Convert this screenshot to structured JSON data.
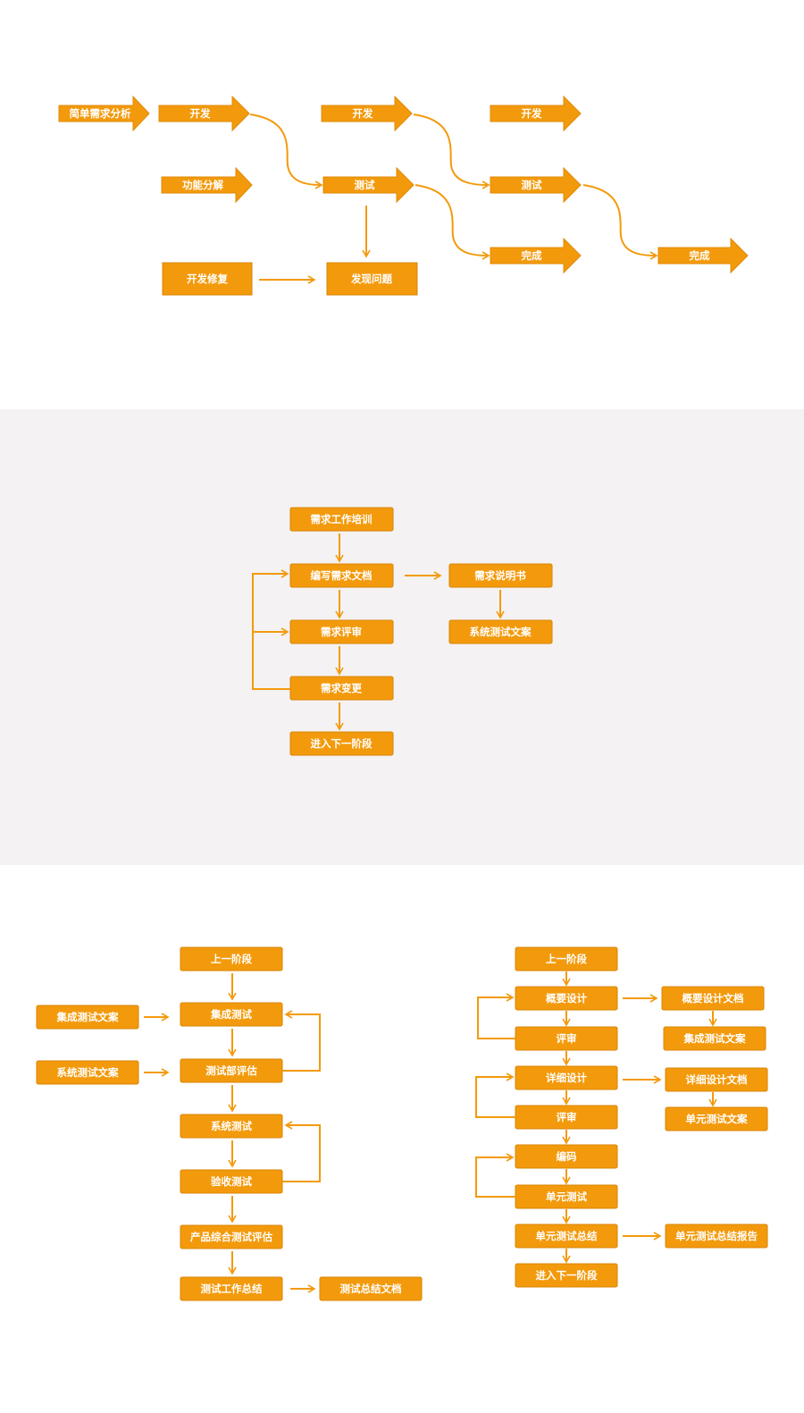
{
  "flow1": {
    "s_analysis": "简单需求分析",
    "s_dev1": "开发",
    "s_decompose": "功能分解",
    "s_dev2": "开发",
    "s_test1": "测试",
    "s_dev3": "开发",
    "s_test2": "测试",
    "s_done1": "完成",
    "s_done2": "完成",
    "b_fix": "开发修复",
    "b_issue": "发现问题"
  },
  "flow2": {
    "training": "需求工作培训",
    "writing": "编写需求文档",
    "review": "需求评审",
    "change": "需求变更",
    "next": "进入下一阶段",
    "spec": "需求说明书",
    "systest_plan": "系统测试文案"
  },
  "flow3": {
    "prev": "上一阶段",
    "integration_test": "集成测试",
    "dept_eval": "测试部评估",
    "system_test": "系统测试",
    "acceptance": "验收测试",
    "product_eval": "产品综合测试评估",
    "work_summary": "测试工作总结",
    "summary_doc": "测试总结文档",
    "integration_plan": "集成测试文案",
    "system_plan": "系统测试文案"
  },
  "flow4": {
    "prev": "上一阶段",
    "outline": "概要设计",
    "review1": "评审",
    "detail": "详细设计",
    "review2": "评审",
    "coding": "编码",
    "unit_test": "单元测试",
    "unit_summary": "单元测试总结",
    "next": "进入下一阶段",
    "outline_doc": "概要设计文档",
    "integration_plan": "集成测试文案",
    "detail_doc": "详细设计文档",
    "unit_plan": "单元测试文案",
    "unit_report": "单元测试总结报告"
  },
  "colors": {
    "node": "#f39a0c",
    "connector": "#f39a0c",
    "panel_gray": "#f4f2f2"
  }
}
